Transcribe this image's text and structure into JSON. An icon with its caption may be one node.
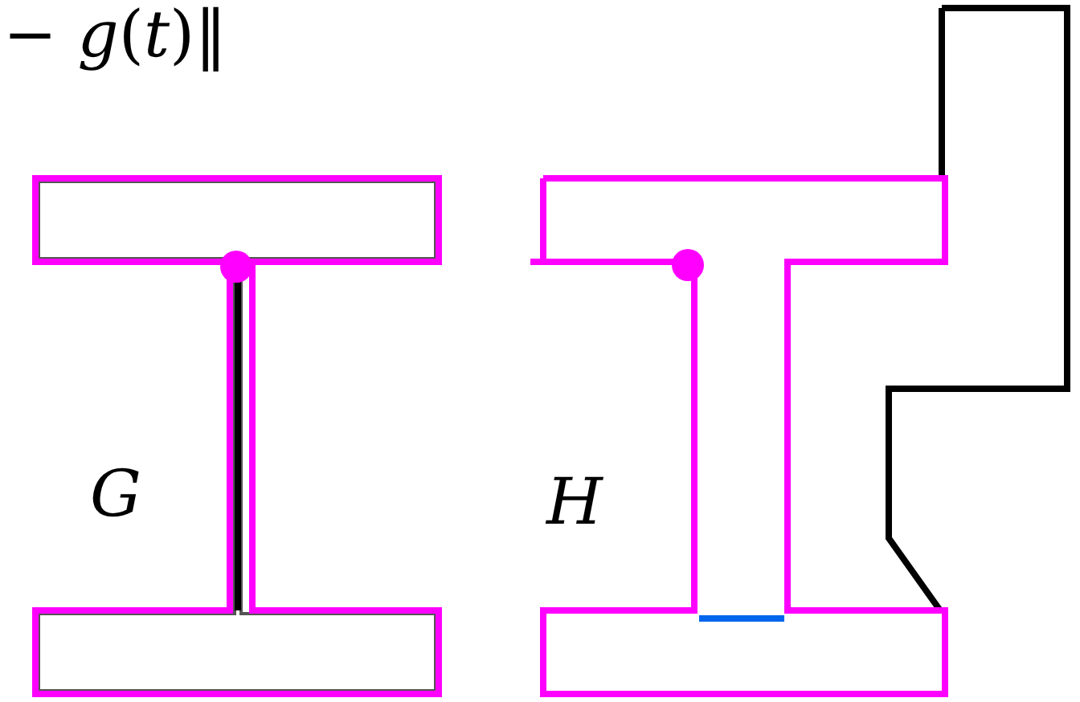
{
  "diagram": {
    "labels": [
      "− *g*(*t*)‖",
      "G",
      "H"
    ]
  }
}
